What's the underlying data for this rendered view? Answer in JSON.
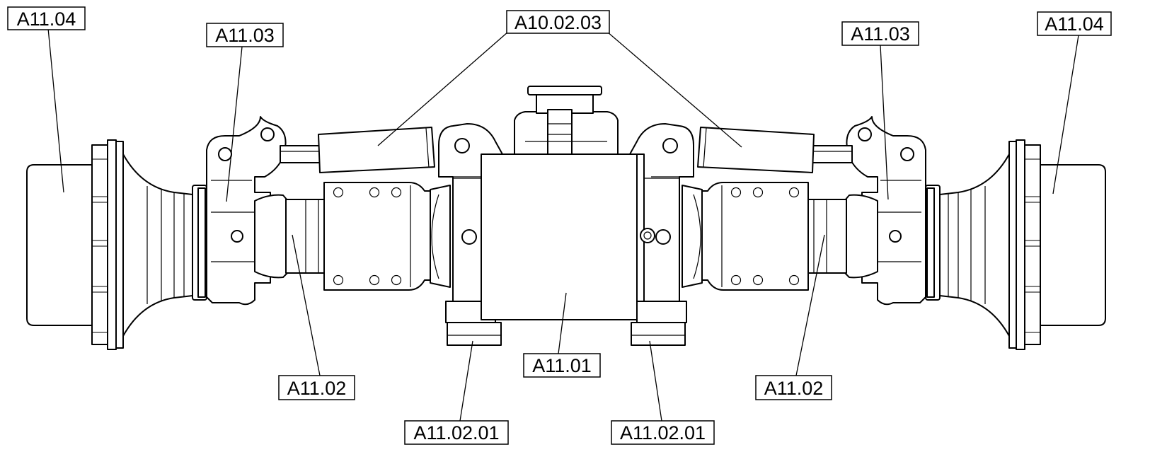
{
  "callouts": {
    "left_hub": "A11.04",
    "left_knuckle": "A11.03",
    "cylinder": "A10.02.03",
    "right_knuckle": "A11.03",
    "right_hub": "A11.04",
    "left_tube": "A11.02",
    "left_mount": "A11.02.01",
    "center_housing": "A11.01",
    "right_mount": "A11.02.01",
    "right_tube": "A11.02"
  },
  "colors": {
    "line": "#000000",
    "paper": "#ffffff"
  }
}
